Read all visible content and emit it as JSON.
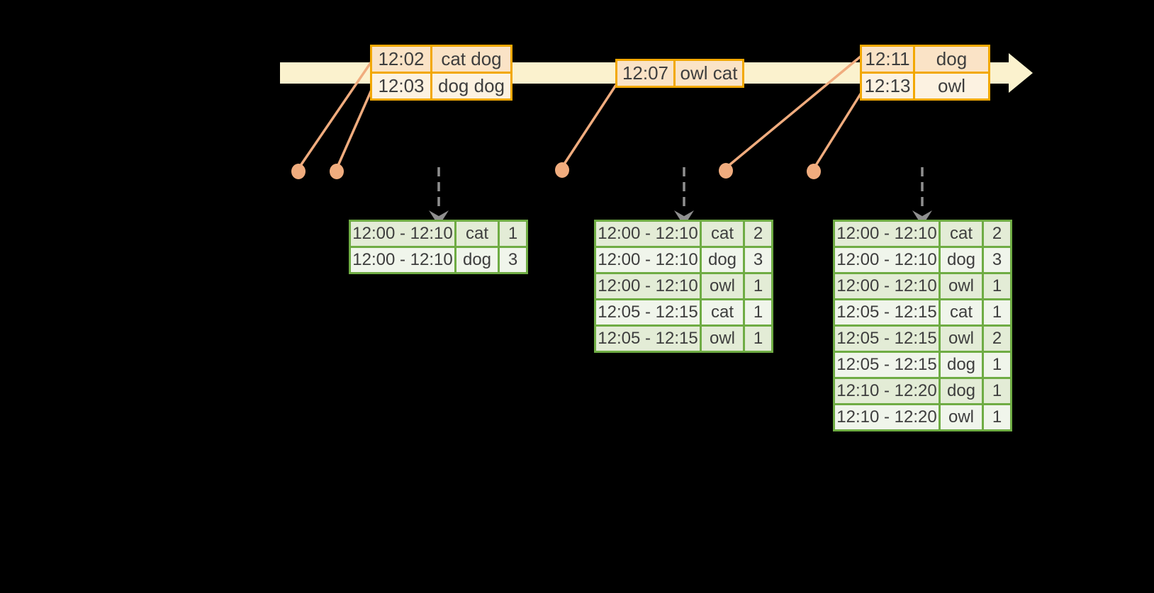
{
  "theme": {
    "background": "#000000",
    "timeline_fill": "#FBF2CE",
    "event_table_border": "#F2A800",
    "event_row_peach": "#FAE3C6",
    "event_row_cream": "#FCF2E1",
    "result_table_border": "#6FAC44",
    "result_row_dark": "#E3ECD6",
    "result_row_light": "#F0F5EB",
    "connector_color": "#F0AC7E",
    "trigger_arrow_color": "#8F8F8F",
    "text_color": "#3E3E3E"
  },
  "event_tables": [
    {
      "rows": [
        {
          "time": "12:02",
          "words": "cat dog"
        },
        {
          "time": "12:03",
          "words": "dog dog"
        }
      ]
    },
    {
      "rows": [
        {
          "time": "12:07",
          "words": "owl cat"
        }
      ]
    },
    {
      "rows": [
        {
          "time": "12:11",
          "words": "dog"
        },
        {
          "time": "12:13",
          "words": "owl"
        }
      ]
    }
  ],
  "result_tables": [
    {
      "rows": [
        {
          "window": "12:00 - 12:10",
          "word": "cat",
          "count": "1"
        },
        {
          "window": "12:00 - 12:10",
          "word": "dog",
          "count": "3"
        }
      ]
    },
    {
      "rows": [
        {
          "window": "12:00 - 12:10",
          "word": "cat",
          "count": "2"
        },
        {
          "window": "12:00 - 12:10",
          "word": "dog",
          "count": "3"
        },
        {
          "window": "12:00 - 12:10",
          "word": "owl",
          "count": "1"
        },
        {
          "window": "12:05 - 12:15",
          "word": "cat",
          "count": "1"
        },
        {
          "window": "12:05 - 12:15",
          "word": "owl",
          "count": "1"
        }
      ]
    },
    {
      "rows": [
        {
          "window": "12:00 - 12:10",
          "word": "cat",
          "count": "2"
        },
        {
          "window": "12:00 - 12:10",
          "word": "dog",
          "count": "3"
        },
        {
          "window": "12:00 - 12:10",
          "word": "owl",
          "count": "1"
        },
        {
          "window": "12:05 - 12:15",
          "word": "cat",
          "count": "1"
        },
        {
          "window": "12:05 - 12:15",
          "word": "owl",
          "count": "2"
        },
        {
          "window": "12:05 - 12:15",
          "word": "dog",
          "count": "1"
        },
        {
          "window": "12:10 - 12:20",
          "word": "dog",
          "count": "1"
        },
        {
          "window": "12:10 - 12:20",
          "word": "owl",
          "count": "1"
        }
      ]
    }
  ]
}
